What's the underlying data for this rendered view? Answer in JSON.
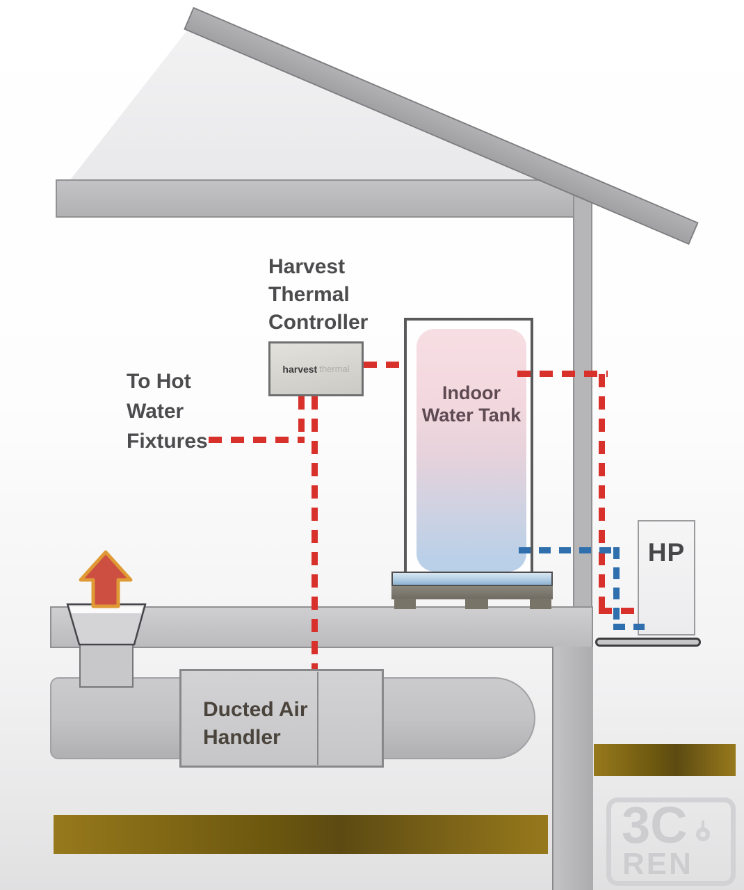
{
  "labels": {
    "controller": {
      "line1": "Harvest",
      "line2": "Thermal",
      "line3": "Controller"
    },
    "controller_chip": {
      "brand": "harvest",
      "suffix": "thermal"
    },
    "fixtures": {
      "line1": "To Hot",
      "line2": "Water",
      "line3": "Fixtures"
    },
    "tank": {
      "line1": "Indoor",
      "line2": "Water Tank"
    },
    "air_handler": {
      "line1": "Ducted Air",
      "line2": "Handler"
    },
    "heat_pump": "HP"
  },
  "watermark": {
    "top": "3C",
    "bottom": "REN"
  },
  "colors": {
    "hot_pipe": "#d8302a",
    "cold_pipe": "#2f6fad",
    "arrow_fill": "#cd4f42",
    "arrow_stroke": "#df9a36",
    "gold_dark": "#6a560e",
    "gold_light": "#97791c",
    "tank_warm": "#f7dee3",
    "tank_cool": "#bad0e8"
  }
}
